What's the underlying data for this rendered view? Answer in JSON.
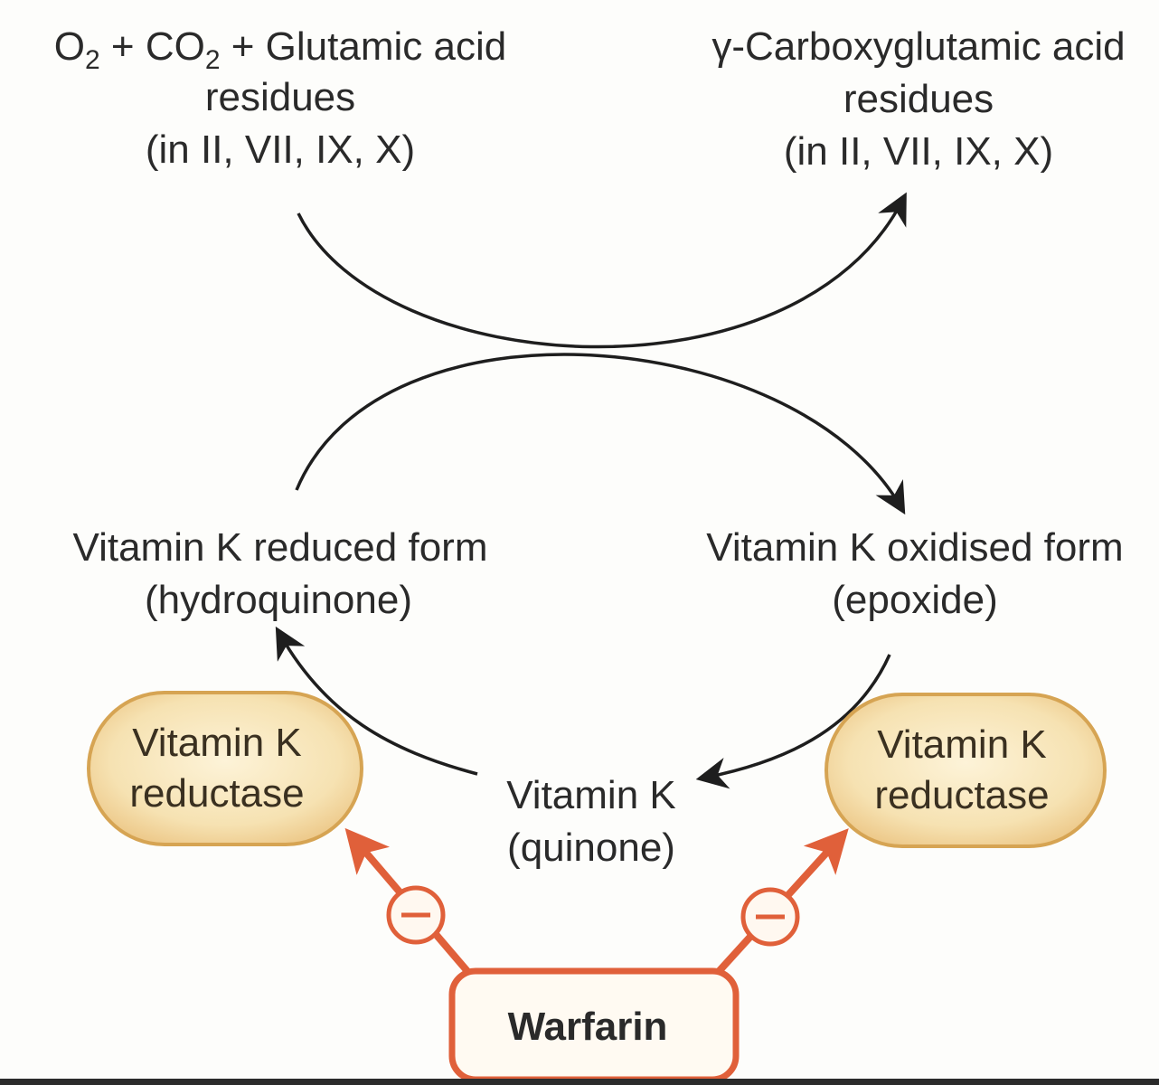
{
  "labels": {
    "reactants": {
      "o2": "O",
      "o2_sub": "2",
      "plus1": " + CO",
      "co2_sub": "2",
      "rest": " + Glutamic acid",
      "line2": "residues",
      "line3": "(in II, VII, IX, X)"
    },
    "products": {
      "line1": "γ-Carboxyglutamic acid",
      "line2": "residues",
      "line3": "(in II, VII, IX, X)"
    },
    "reduced": {
      "line1": "Vitamin K reduced form",
      "line2": "(hydroquinone)"
    },
    "oxidised": {
      "line1": "Vitamin K oxidised form",
      "line2": "(epoxide)"
    },
    "quinone": {
      "line1": "Vitamin K",
      "line2": "(quinone)"
    },
    "enzyme_left": {
      "line1": "Vitamin K",
      "line2": "reductase"
    },
    "enzyme_right": {
      "line1": "Vitamin K",
      "line2": "reductase"
    },
    "warfarin": "Warfarin",
    "inhibit_symbol": "−"
  },
  "colors": {
    "arrow": "#1e1e1e",
    "inhibition": "#e0603a",
    "enzyme_fill": "#f7e3b4",
    "enzyme_stroke": "#d6a453",
    "warfarin_stroke": "#e0603a"
  }
}
